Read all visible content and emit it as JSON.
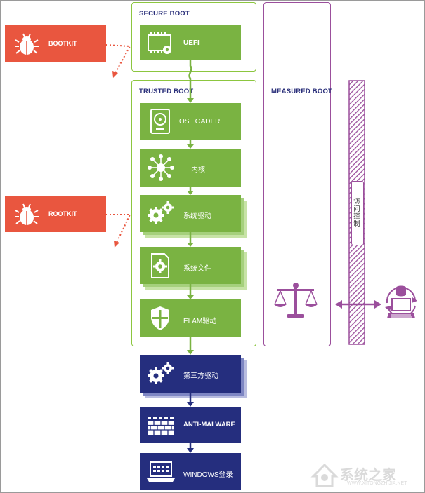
{
  "sections": {
    "secure_boot": "SECURE BOOT",
    "trusted_boot": "TRUSTED BOOT",
    "measured_boot": "MEASURED BOOT"
  },
  "threats": {
    "bootkit": "BOOTKIT",
    "rootkit": "ROOTKIT"
  },
  "steps": {
    "uefi": "UEFI",
    "os_loader": "OS LOADER",
    "kernel": "内核",
    "system_driver": "系统驱动",
    "system_files": "系统文件",
    "elam_driver": "ELAM驱动",
    "third_party_driver": "第三方驱动",
    "anti_malware": "ANTI-MALWARE",
    "windows_login": "WINDOWS登录"
  },
  "access_control": "访问控制",
  "watermark": "系统之家",
  "watermark_url": "WWW.XITONGZHIJIA.NET",
  "colors": {
    "green": "#7ab342",
    "navy": "#252e7e",
    "red": "#e9563f",
    "purple": "#9b4f9c"
  }
}
